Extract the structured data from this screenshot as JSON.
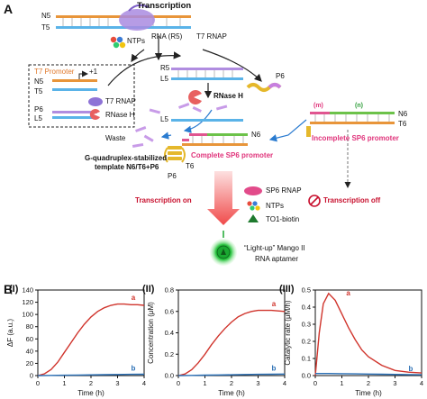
{
  "panels": {
    "a": "A",
    "b": "B"
  },
  "scheme": {
    "transcription_title": "Transcription",
    "n5": "N5",
    "t5": "T5",
    "rna": "RNA (R5)",
    "t7_rnap": "T7 RNAP",
    "ntps": "NTPs",
    "r5": "R5",
    "l5": "L5",
    "rnase_h": "RNase H",
    "p6": "P6",
    "waste": "Waste",
    "n6": "N6",
    "m_label": "(m)",
    "n_label": "(n)",
    "incomplete_promoter": "Incomplete SP6 promoter",
    "complete_promoter": "Complete SP6 promoter",
    "g4_template_line1": "G-quadruplex-stabilized",
    "g4_template_line2": "template N6/T6+P6",
    "t6": "T6",
    "transcription_on": "Transcription on",
    "transcription_off": "Transcription off",
    "legend": {
      "sp6_rnap": "SP6 RNAP",
      "ntps": "NTPs",
      "to1_biotin": "TO1-biotin",
      "t7_promoter": "T7 Promoter",
      "plus_one": "+1",
      "t7_rnap": "T7 RNAP",
      "rnase_h": "RNase H"
    },
    "aptamer_line1": "“Light-up” Mango II",
    "aptamer_line2": "RNA aptamer"
  },
  "plots": {
    "colors": {
      "a": "#d0342c",
      "b": "#2a6fb5"
    },
    "labels": {
      "a": "a",
      "b": "b"
    },
    "xlabel": "Time (h)"
  },
  "chart_data": [
    {
      "type": "line",
      "panel_label": "(I)",
      "xlabel": "Time (h)",
      "ylabel": "ΔF (a.u.)",
      "xlim": [
        0,
        4
      ],
      "ylim": [
        0,
        140
      ],
      "xticks": [
        "0",
        "1",
        "2",
        "3",
        "4"
      ],
      "yticks": [
        "0",
        "20",
        "40",
        "60",
        "80",
        "100",
        "120",
        "140"
      ],
      "series": [
        {
          "name": "a",
          "x": [
            0,
            0.25,
            0.5,
            0.75,
            1,
            1.25,
            1.5,
            1.75,
            2,
            2.25,
            2.5,
            2.75,
            3,
            3.25,
            3.5,
            3.75,
            4
          ],
          "y": [
            0,
            3,
            10,
            22,
            38,
            54,
            70,
            84,
            96,
            105,
            111,
            115,
            117,
            117,
            116,
            116,
            115
          ]
        },
        {
          "name": "b",
          "x": [
            0,
            0.5,
            1,
            1.5,
            2,
            2.5,
            3,
            3.5,
            4
          ],
          "y": [
            0,
            0.3,
            0.6,
            0.9,
            1.2,
            1.5,
            1.8,
            2,
            2.2
          ]
        }
      ]
    },
    {
      "type": "line",
      "panel_label": "(II)",
      "xlabel": "Time (h)",
      "ylabel": "Concentration (μM)",
      "xlim": [
        0,
        4
      ],
      "ylim": [
        0,
        0.8
      ],
      "xticks": [
        "0",
        "1",
        "2",
        "3",
        "4"
      ],
      "yticks": [
        "0.0",
        "0.2",
        "0.4",
        "0.6",
        "0.8"
      ],
      "series": [
        {
          "name": "a",
          "x": [
            0,
            0.25,
            0.5,
            0.75,
            1,
            1.25,
            1.5,
            1.75,
            2,
            2.25,
            2.5,
            2.75,
            3,
            3.25,
            3.5,
            3.75,
            4
          ],
          "y": [
            0,
            0.015,
            0.055,
            0.12,
            0.2,
            0.29,
            0.37,
            0.44,
            0.5,
            0.55,
            0.58,
            0.6,
            0.61,
            0.61,
            0.61,
            0.605,
            0.6
          ]
        },
        {
          "name": "b",
          "x": [
            0,
            0.5,
            1,
            1.5,
            2,
            2.5,
            3,
            3.5,
            4
          ],
          "y": [
            0,
            0.002,
            0.004,
            0.006,
            0.008,
            0.01,
            0.012,
            0.013,
            0.014
          ]
        }
      ]
    },
    {
      "type": "line",
      "panel_label": "(III)",
      "xlabel": "Time (h)",
      "ylabel": "Catalytic rate (μM/h)",
      "xlim": [
        0,
        4
      ],
      "ylim": [
        0,
        0.5
      ],
      "xticks": [
        "0",
        "1",
        "2",
        "3",
        "4"
      ],
      "yticks": [
        "0.0",
        "0.1",
        "0.2",
        "0.3",
        "0.4",
        "0.5"
      ],
      "series": [
        {
          "name": "a",
          "x": [
            0,
            0.15,
            0.3,
            0.5,
            0.75,
            1,
            1.25,
            1.5,
            1.75,
            2,
            2.5,
            3,
            3.5,
            4
          ],
          "y": [
            0,
            0.25,
            0.42,
            0.48,
            0.44,
            0.36,
            0.28,
            0.21,
            0.15,
            0.11,
            0.06,
            0.03,
            0.02,
            0.015
          ]
        },
        {
          "name": "b",
          "x": [
            0,
            0.5,
            1,
            1.5,
            2,
            2.5,
            3,
            3.5,
            4
          ],
          "y": [
            0.012,
            0.012,
            0.011,
            0.01,
            0.009,
            0.008,
            0.007,
            0.006,
            0.005
          ]
        }
      ]
    }
  ]
}
